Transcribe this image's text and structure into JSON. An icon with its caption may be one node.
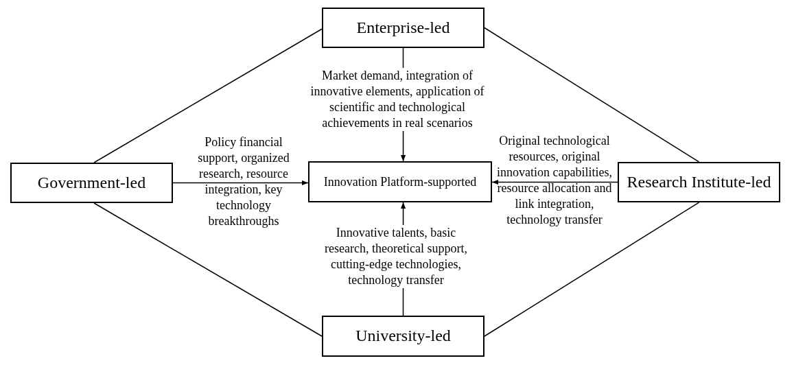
{
  "diagram": {
    "nodes": [
      {
        "text": [
          "Enterprise-led"
        ]
      },
      {
        "text": [
          "Government-led"
        ]
      },
      {
        "text": [
          "Innovation Platform-supported"
        ]
      },
      {
        "text": [
          "Research Institute-led"
        ]
      },
      {
        "text": [
          "University-led"
        ]
      }
    ],
    "edges": [
      {
        "from": 0,
        "to": 1,
        "arrow": "none"
      },
      {
        "from": 0,
        "to": 3,
        "arrow": "none"
      },
      {
        "from": 1,
        "to": 4,
        "arrow": "none"
      },
      {
        "from": 4,
        "to": 3,
        "arrow": "none"
      },
      {
        "from": 0,
        "to": 2,
        "arrow": "to",
        "label": "Market demand, integration of innovative elements, application of scientific and technological achievements in real scenarios"
      },
      {
        "from": 1,
        "to": 2,
        "arrow": "to",
        "label": "Policy financial support, organized research, resource integration, key technology breakthroughs"
      },
      {
        "from": 3,
        "to": 2,
        "arrow": "to",
        "label": "Original technological resources, original innovation capabilities, resource allocation and link integration, technology transfer"
      },
      {
        "from": 4,
        "to": 2,
        "arrow": "to",
        "label": "Innovative talents, basic research, theoretical support, cutting-edge technologies, technology transfer"
      }
    ]
  }
}
